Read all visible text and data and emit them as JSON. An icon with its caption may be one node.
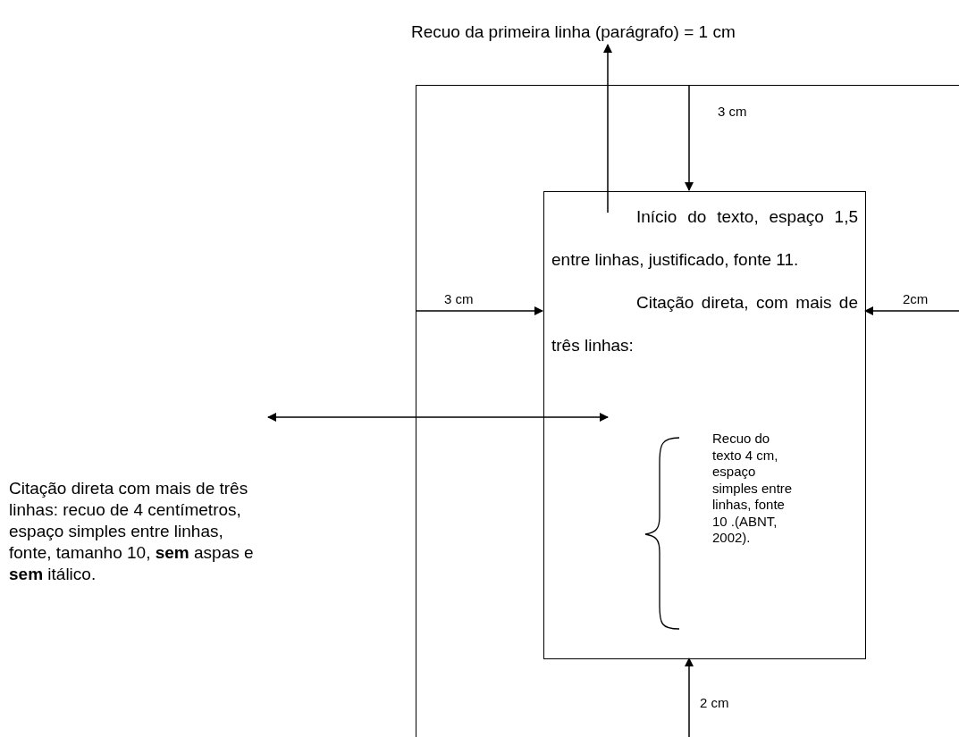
{
  "diagram": {
    "nodes": [
      {
        "text": [],
        "shape": "box"
      },
      {
        "text": [
          "Início do texto, espaço 1,5 entre linhas, justificado, fonte 11.",
          "Citação direta, com mais de três linhas:"
        ],
        "in": 0
      },
      {
        "text": [
          "Recuo do texto 4 cm, espaço simples entre linhas, fonte 10 .(ABNT, 2002)."
        ],
        "in": 1
      },
      {
        "text": [
          "Recuo da primeira linha (parágrafo) = 1 cm"
        ]
      },
      {
        "text": [
          "Citação direta com mais de três linhas: recuo de 4 centímetros, espaço simples entre linhas, fonte, tamanho 10, **sem** aspas e **sem** itálico."
        ]
      }
    ],
    "edges": [
      {
        "from": null,
        "to": 3,
        "arrow": "to"
      },
      {
        "from": 4,
        "to": 2,
        "arrow": "both"
      },
      {
        "from": 0,
        "to": 1,
        "arrow": "to",
        "label": "3 cm"
      },
      {
        "from": 0,
        "to": 1,
        "arrow": "to",
        "label": "3 cm"
      },
      {
        "from": 0,
        "to": 1,
        "arrow": "to",
        "label": "2cm"
      },
      {
        "from": 0,
        "to": 1,
        "arrow": "to",
        "label": "2 cm"
      }
    ]
  }
}
